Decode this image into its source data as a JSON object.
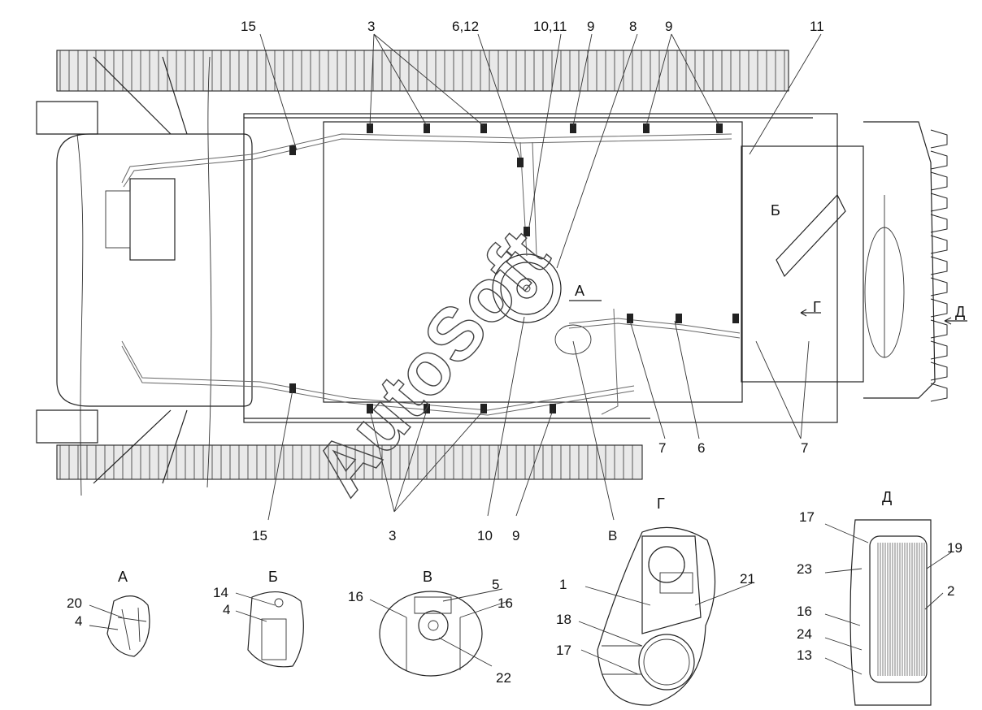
{
  "watermark": "AutoSoft",
  "callouts": {
    "top": [
      "15",
      "3",
      "6,12",
      "10,11",
      "9",
      "8",
      "9",
      "11"
    ],
    "bottom": [
      "15",
      "3",
      "10",
      "9",
      "В"
    ],
    "right": [
      "7",
      "6",
      "7"
    ],
    "inner": [
      "А",
      "Б",
      "Г",
      "Д"
    ]
  },
  "views": {
    "a": {
      "title": "А",
      "parts": [
        "20",
        "4"
      ]
    },
    "b": {
      "title": "Б",
      "parts": [
        "14",
        "4"
      ]
    },
    "v": {
      "title": "В",
      "parts": [
        "16",
        "5",
        "16",
        "22"
      ]
    },
    "g": {
      "title": "Г",
      "parts": [
        "1",
        "21",
        "18",
        "17"
      ]
    },
    "d": {
      "title": "Д",
      "parts": [
        "17",
        "19",
        "23",
        "2",
        "16",
        "24",
        "13"
      ]
    }
  }
}
